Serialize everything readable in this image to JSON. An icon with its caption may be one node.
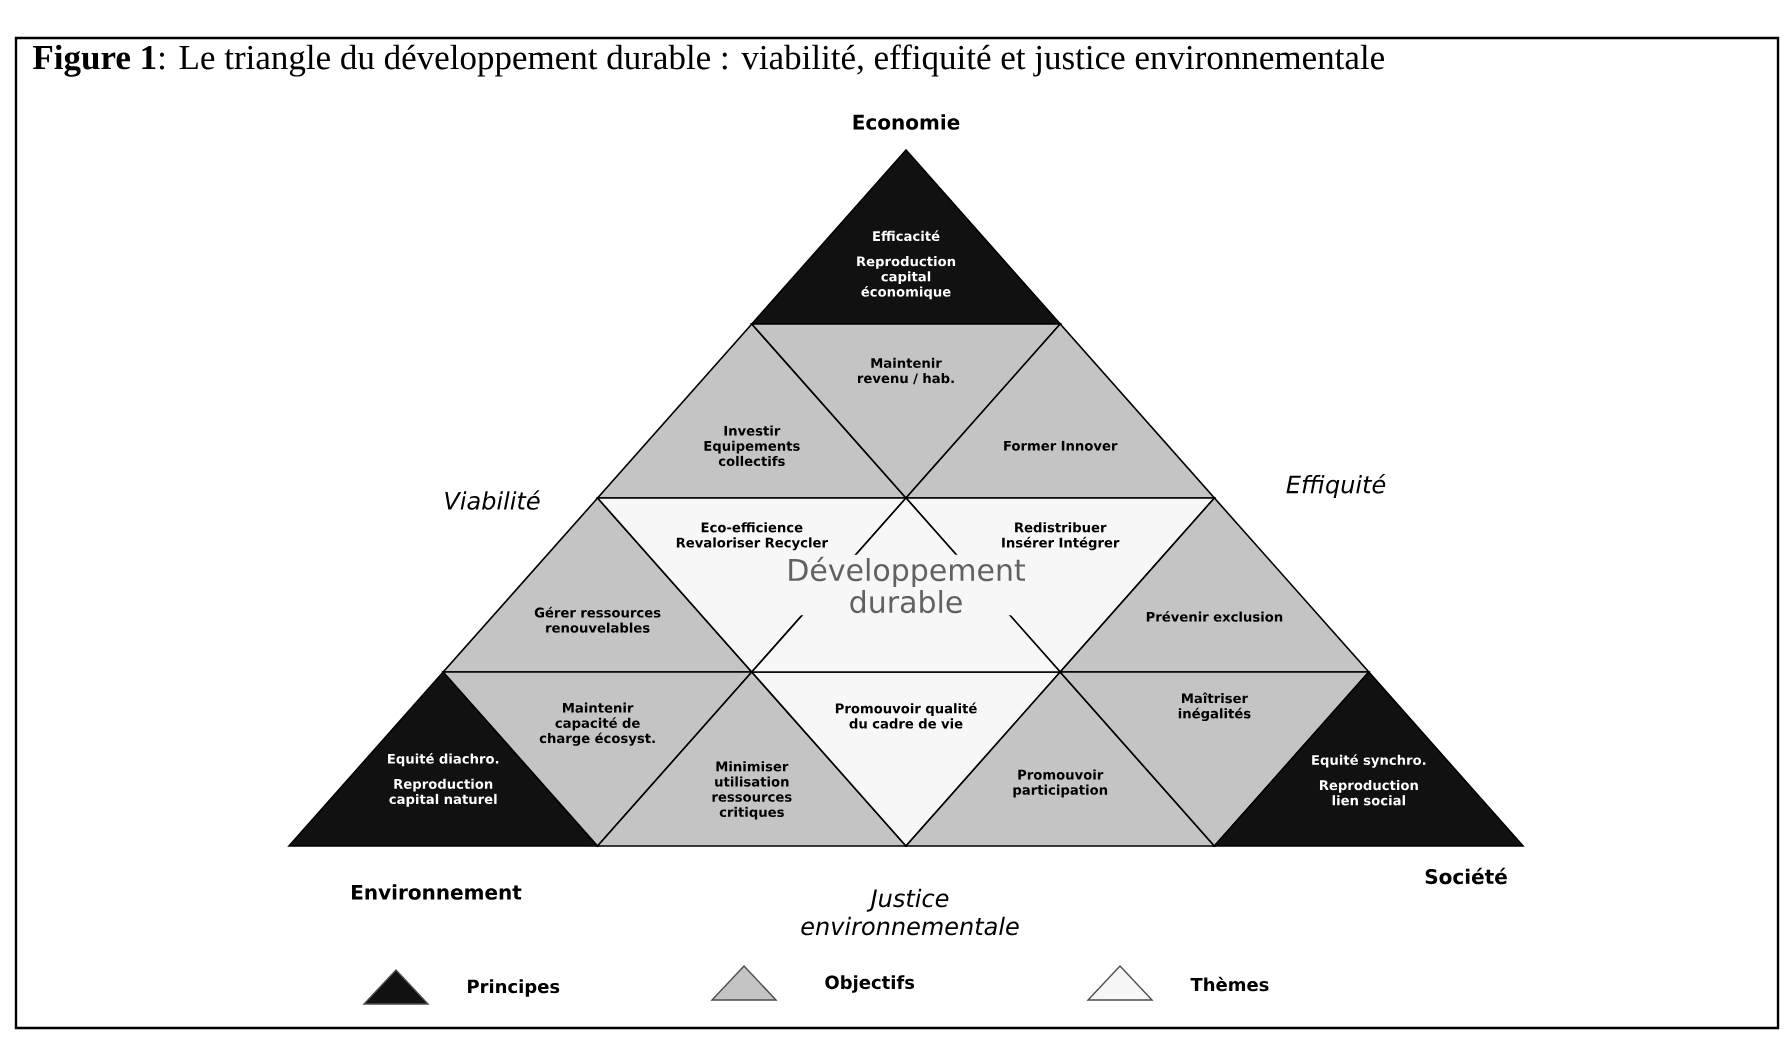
{
  "diagram": {
    "title": "**Figure 1**: Le triangle du développement durable : viabilité, effiquité et justice environnementale",
    "nodes": [
      {
        "text": [
          "Efficacité",
          "Reproduction capital économique"
        ]
      },
      {
        "text": [
          "Investir Equipements collectifs"
        ]
      },
      {
        "text": [
          "Maintenir revenu / hab."
        ]
      },
      {
        "text": [
          "Former Innover"
        ]
      },
      {
        "text": [
          "Gérer ressources renouvelables"
        ]
      },
      {
        "text": [
          "Eco-efficience Revaloriser Recycler"
        ]
      },
      {
        "text": [
          "Développement durable"
        ]
      },
      {
        "text": [
          "Redistribuer Insérer Intégrer"
        ]
      },
      {
        "text": [
          "Prévenir exclusion"
        ]
      },
      {
        "text": [
          "Equité diachro.",
          "Reproduction capital naturel"
        ]
      },
      {
        "text": [
          "Maintenir capacité de charge écosyst."
        ]
      },
      {
        "text": [
          "Minimiser utilisation ressources critiques"
        ]
      },
      {
        "text": [
          "Promouvoir qualité du cadre de vie"
        ]
      },
      {
        "text": [
          "Promouvoir participation"
        ]
      },
      {
        "text": [
          "Maîtriser inégalités"
        ]
      },
      {
        "text": [
          "Equité synchro.",
          "Reproduction lien social"
        ]
      }
    ],
    "labels": [
      "Economie",
      "Viabilité",
      "Effiquité",
      "Environnement",
      "Justice environnementale",
      "Société"
    ],
    "legend": [
      {
        "text": "Principes",
        "color": "#111111"
      },
      {
        "text": "Objectifs",
        "color": "#c4c4c4"
      },
      {
        "text": "Thèmes",
        "color": "#f7f7f7"
      }
    ]
  }
}
